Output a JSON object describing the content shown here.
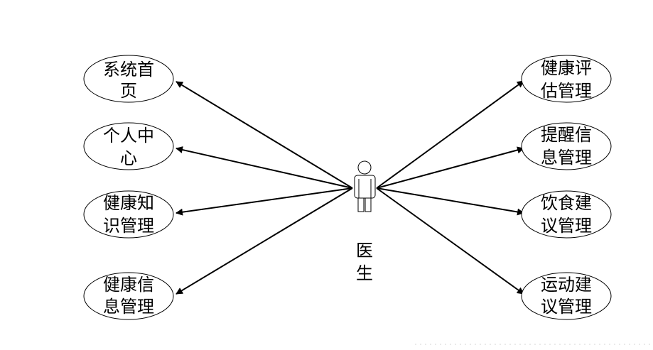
{
  "actor": {
    "label_line1": "医",
    "label_line2": "生"
  },
  "left_usecases": [
    {
      "line1": "系统首",
      "line2": "页"
    },
    {
      "line1": "个人中",
      "line2": "心"
    },
    {
      "line1": "健康知",
      "line2": "识管理"
    },
    {
      "line1": "健康信",
      "line2": "息管理"
    }
  ],
  "right_usecases": [
    {
      "line1": "健康评",
      "line2": "估管理"
    },
    {
      "line1": "提醒信",
      "line2": "息管理"
    },
    {
      "line1": "饮食建",
      "line2": "议管理"
    },
    {
      "line1": "运动建",
      "line2": "议管理"
    }
  ],
  "colors": {
    "stroke": "#000000",
    "fill": "#ffffff"
  }
}
